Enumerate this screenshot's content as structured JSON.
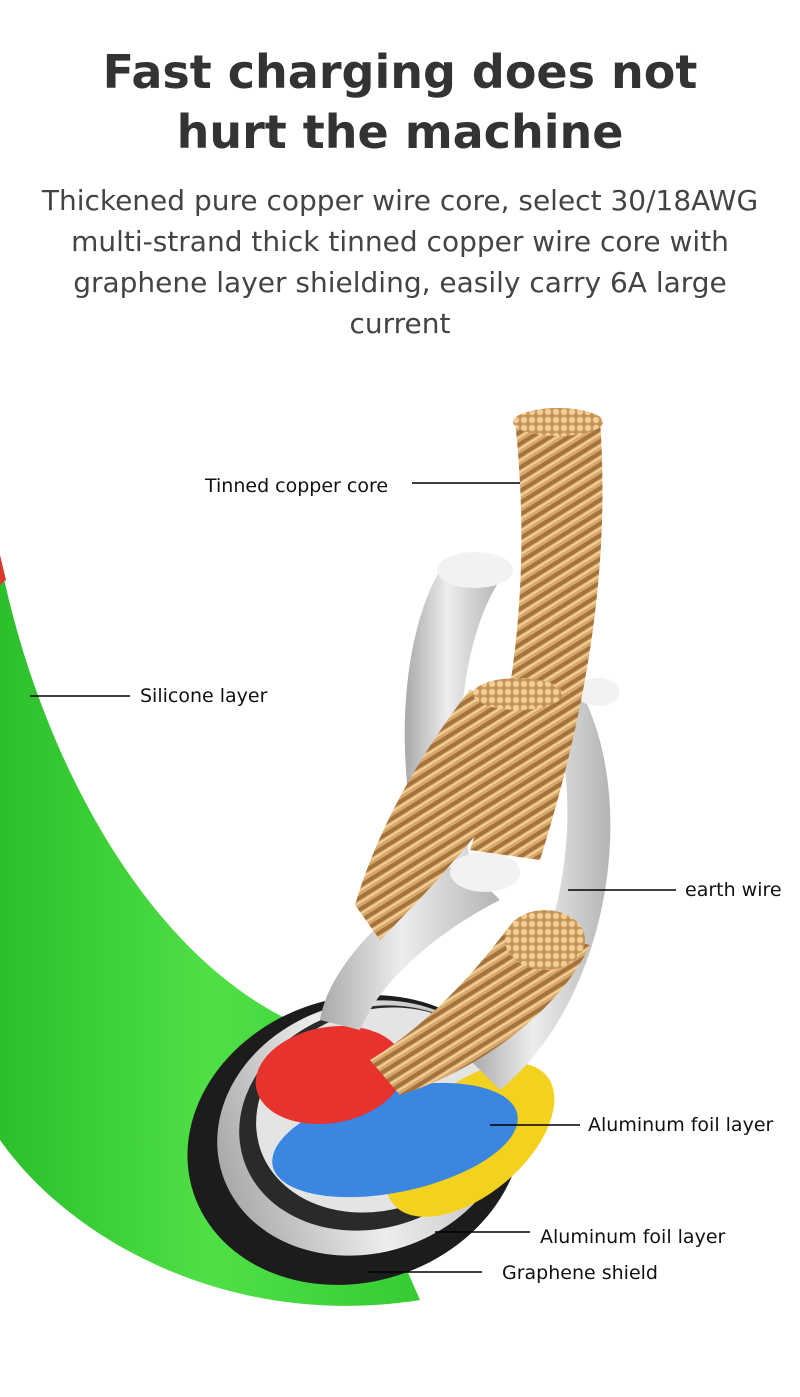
{
  "header": {
    "title_line1": "Fast charging does not",
    "title_line2": "hurt the machine",
    "subtitle": "Thickened pure copper wire core, select 30/18AWG multi-strand thick tinned copper wire core with graphene layer shielding, easily carry 6A large current"
  },
  "labels": {
    "tinned_copper_core": "Tinned copper core",
    "silicone_layer": "Silicone layer",
    "earth_wire": "earth wire",
    "aluminum_foil_layer_inner": "Aluminum foil layer",
    "aluminum_foil_layer_outer": "Aluminum foil layer",
    "graphene_shield": "Graphene shield"
  },
  "colors": {
    "silicone_green": "#3fd23a",
    "copper": "#d9a96a",
    "wire_red": "#e8322e",
    "wire_blue": "#3a86e0",
    "wire_yellow": "#f2d21e",
    "foil_silver": "#d4d4d4",
    "graphene_black": "#1c1c1c"
  }
}
